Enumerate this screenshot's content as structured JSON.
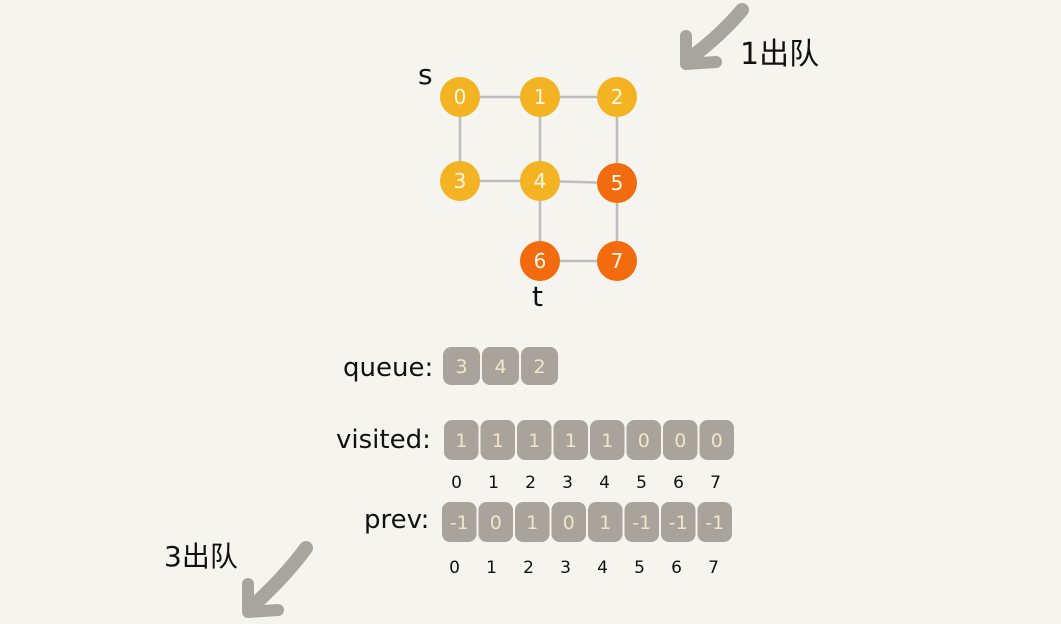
{
  "colors": {
    "visited_node": "#f4b323",
    "target_node": "#f26b0e",
    "edge": "#bdbdbd",
    "cell": "#a8a49c",
    "arrow": "#a7a59e"
  },
  "graph": {
    "source_label": "s",
    "target_label": "t",
    "nodes": [
      {
        "id": "0",
        "status": "visited"
      },
      {
        "id": "1",
        "status": "visited"
      },
      {
        "id": "2",
        "status": "visited"
      },
      {
        "id": "3",
        "status": "visited"
      },
      {
        "id": "4",
        "status": "visited"
      },
      {
        "id": "5",
        "status": "target"
      },
      {
        "id": "6",
        "status": "target"
      },
      {
        "id": "7",
        "status": "target"
      }
    ],
    "edges": [
      [
        "0",
        "1"
      ],
      [
        "1",
        "2"
      ],
      [
        "0",
        "3"
      ],
      [
        "1",
        "4"
      ],
      [
        "2",
        "5"
      ],
      [
        "3",
        "4"
      ],
      [
        "4",
        "5"
      ],
      [
        "4",
        "6"
      ],
      [
        "5",
        "7"
      ],
      [
        "6",
        "7"
      ]
    ]
  },
  "annotations": {
    "top_right": "1出队",
    "bottom_left": "3出队"
  },
  "queue": {
    "label": "queue:",
    "values": [
      "3",
      "4",
      "2"
    ]
  },
  "visited": {
    "label": "visited:",
    "values": [
      "1",
      "1",
      "1",
      "1",
      "1",
      "0",
      "0",
      "0"
    ],
    "indices": [
      "0",
      "1",
      "2",
      "3",
      "4",
      "5",
      "6",
      "7"
    ]
  },
  "prev": {
    "label": "prev:",
    "values": [
      "-1",
      "0",
      "1",
      "0",
      "1",
      "-1",
      "-1",
      "-1"
    ],
    "indices": [
      "0",
      "1",
      "2",
      "3",
      "4",
      "5",
      "6",
      "7"
    ]
  }
}
